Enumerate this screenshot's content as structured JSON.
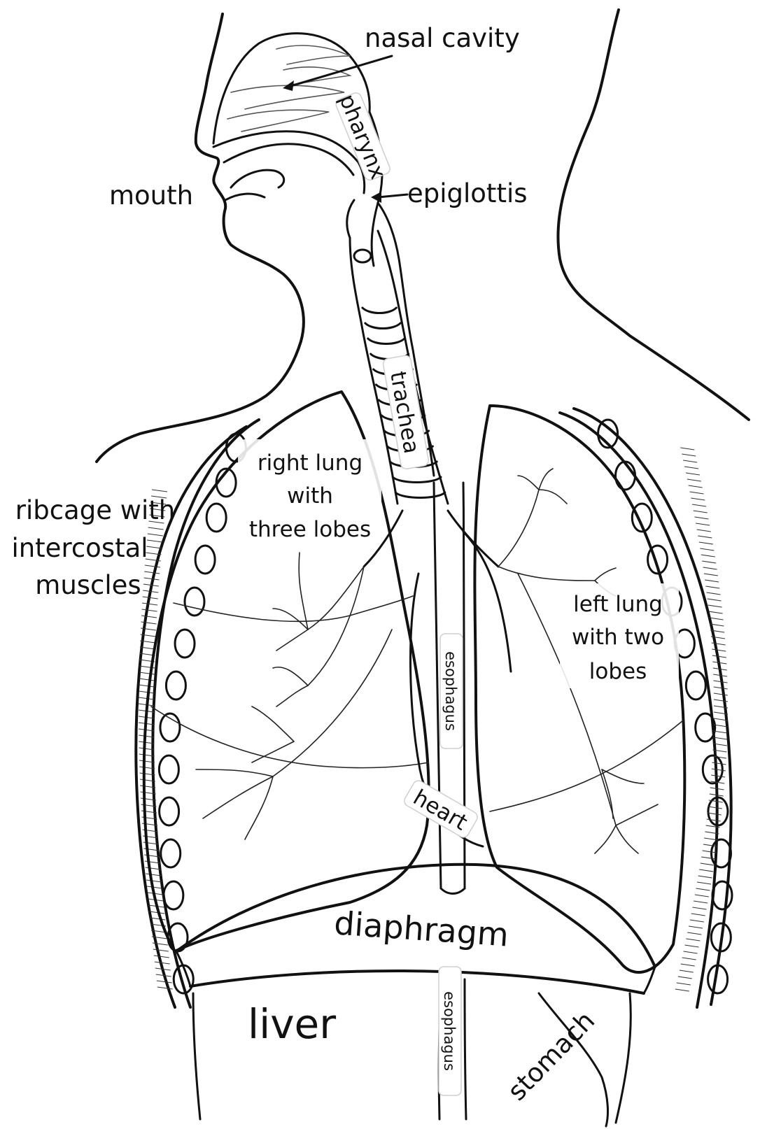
{
  "labels": {
    "nasal_cavity": "nasal cavity",
    "pharynx": "pharynx",
    "mouth": "mouth",
    "epiglottis": "epiglottis",
    "trachea": "trachea",
    "right_lung_line1": "right lung",
    "right_lung_line2": "with",
    "right_lung_line3": "three lobes",
    "ribcage_line1": "ribcage with",
    "ribcage_line2": "intercostal",
    "ribcage_line3": "muscles",
    "left_lung_line1": "left lung",
    "left_lung_line2": "with two",
    "left_lung_line3": "lobes",
    "esophagus_upper": "esophagus",
    "heart": "heart",
    "diaphragm": "diaphragm",
    "esophagus_lower": "esophagus",
    "liver": "liver",
    "stomach": "stomach"
  }
}
